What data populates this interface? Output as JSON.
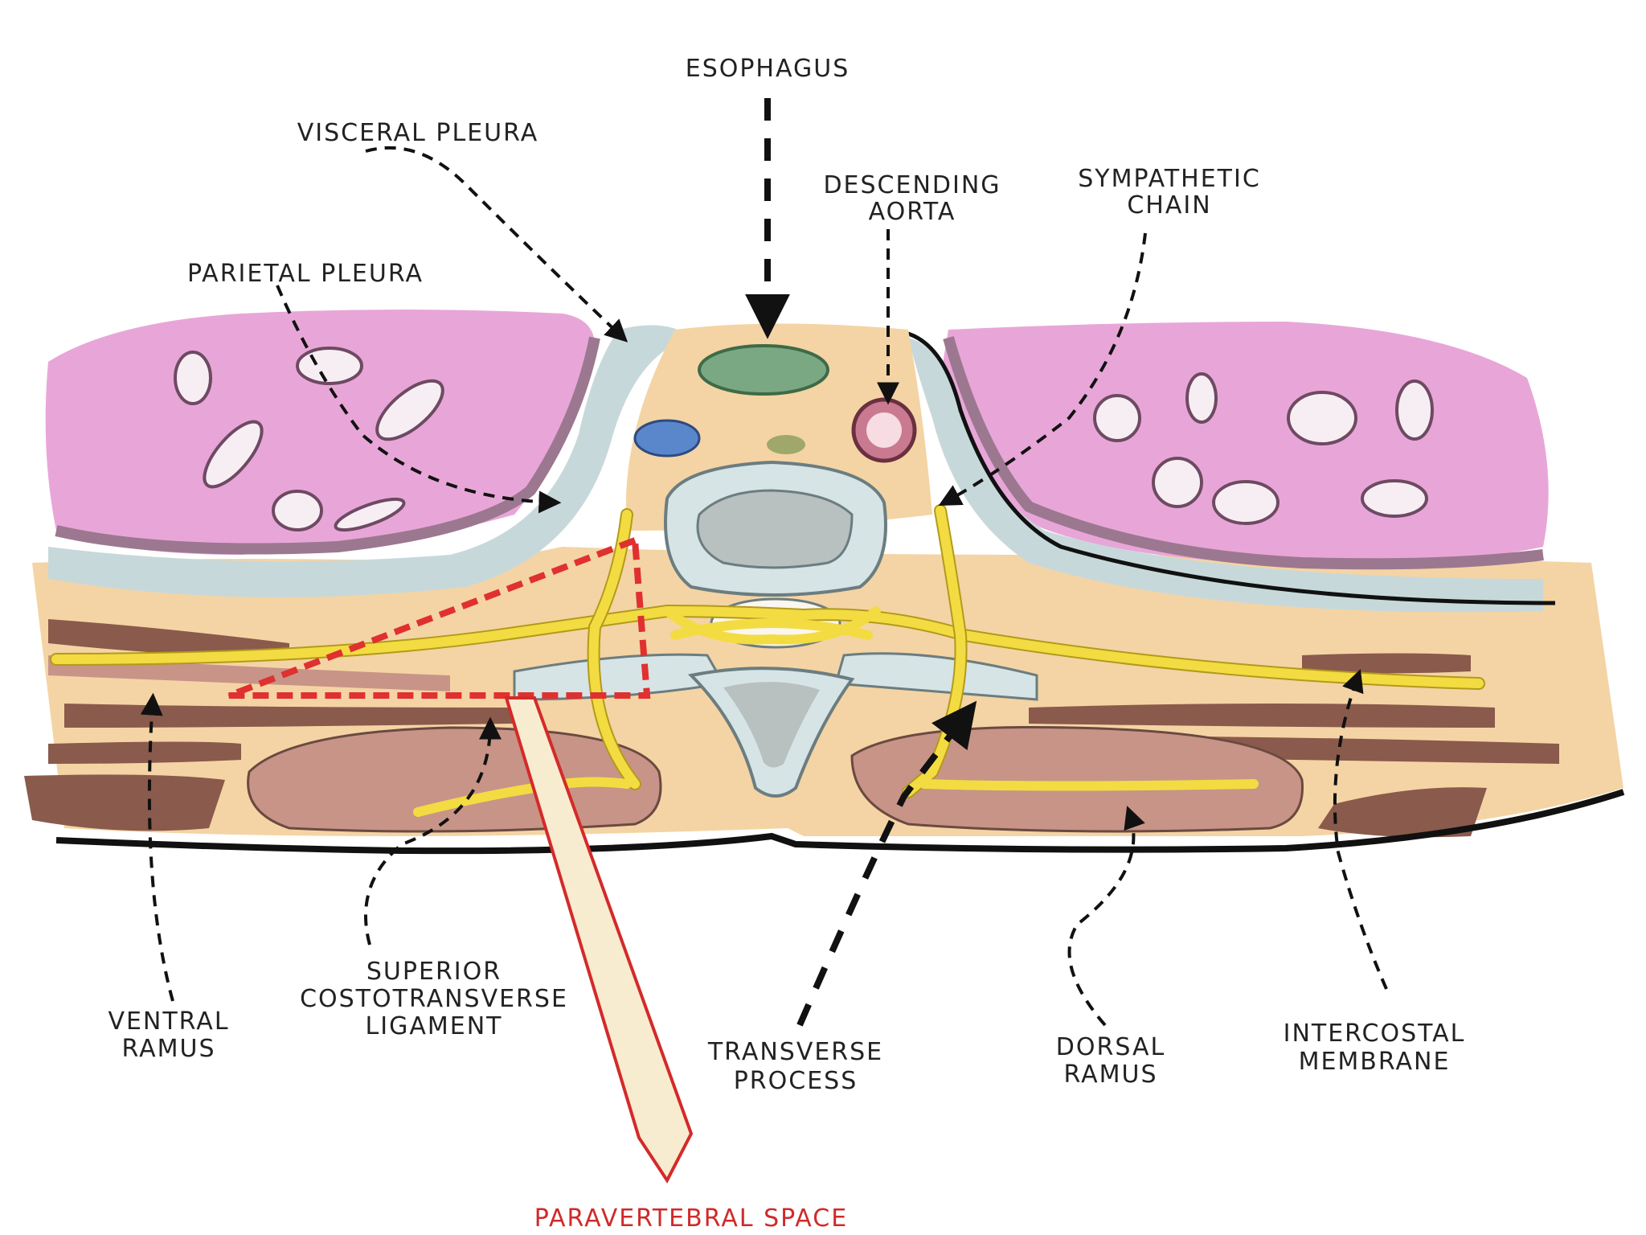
{
  "labels": {
    "esophagus": "ESOPHAGUS",
    "visceral_pleura": "VISCERAL PLEURA",
    "descending_aorta_1": "DESCENDING",
    "descending_aorta_2": "AORTA",
    "sympathetic_chain_1": "SYMPATHETIC",
    "sympathetic_chain_2": "CHAIN",
    "parietal_pleura": "PARIETAL PLEURA",
    "ventral_ramus_1": "VENTRAL",
    "ventral_ramus_2": "RAMUS",
    "sup_cost_lig_1": "SUPERIOR",
    "sup_cost_lig_2": "COSTOTRANSVERSE",
    "sup_cost_lig_3": "LIGAMENT",
    "transverse_process_1": "TRANSVERSE",
    "transverse_process_2": "PROCESS",
    "dorsal_ramus_1": "DORSAL",
    "dorsal_ramus_2": "RAMUS",
    "intercostal_membrane_1": "INTERCOSTAL",
    "intercostal_membrane_2": "MEMBRANE",
    "paravertebral_space": "PARAVERTEBRAL SPACE"
  },
  "colors": {
    "lung": "#e8a6d8",
    "lung_edge": "#9c7890",
    "pleura": "#c7d8da",
    "tissue": "#f4d4a4",
    "muscle": "#c89488",
    "muscle_dark": "#8a5a4c",
    "bone": "#b8c0c0",
    "nerve": "#f2dc42",
    "needle_outline": "#d42a2a",
    "needle_fill": "#f8ecd0",
    "space_outline": "#e03030",
    "paravertebral_text": "#d02a2a"
  },
  "icons": {
    "needle": "needle-icon",
    "arrowhead": "arrowhead-icon"
  }
}
